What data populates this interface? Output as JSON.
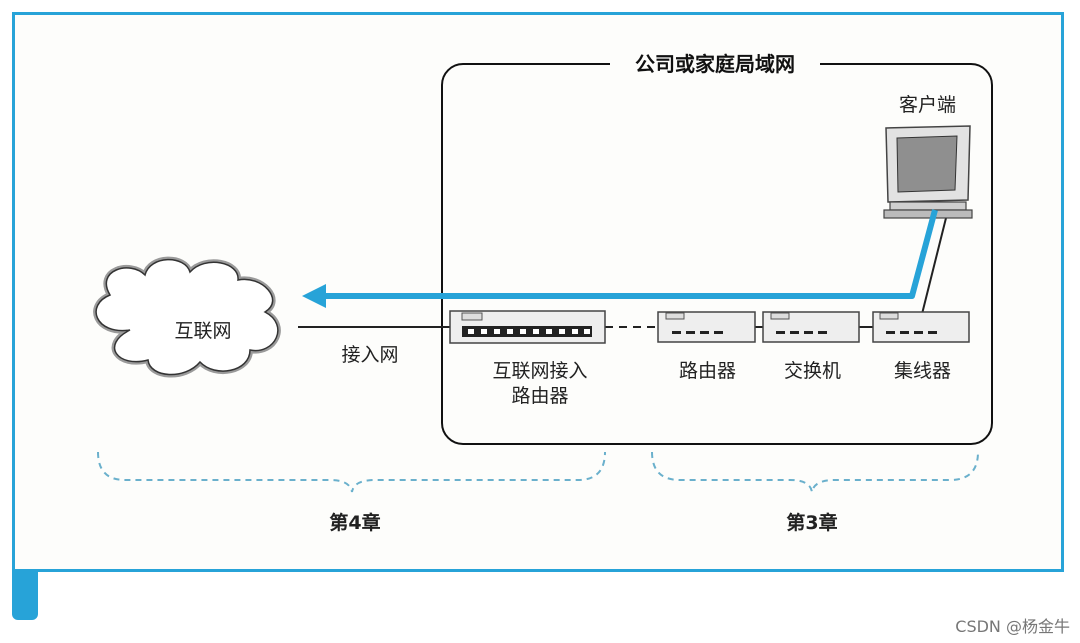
{
  "lan": {
    "title": "公司或家庭局域网"
  },
  "nodes": {
    "internet": "互联网",
    "access_network": "接入网",
    "access_router_line1": "互联网接入",
    "access_router_line2": "路由器",
    "router": "路由器",
    "switch": "交换机",
    "hub": "集线器",
    "client": "客户端"
  },
  "chapters": {
    "left": "第4章",
    "right": "第3章"
  },
  "watermark": "CSDN @杨金牛",
  "colors": {
    "accent": "#27a3d8",
    "dashed": "#6ab0cc",
    "device": "#eeeeee"
  }
}
